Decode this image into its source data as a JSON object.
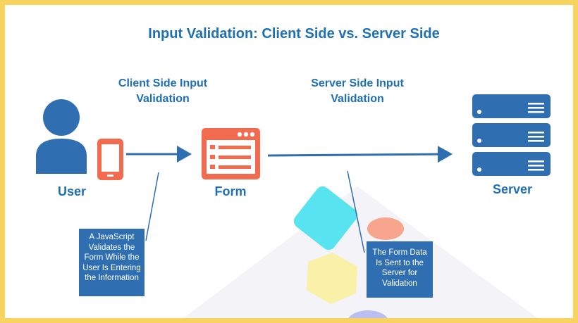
{
  "title": "Input Validation: Client Side vs. Server Side",
  "captions": {
    "client": "Client Side Input Validation",
    "server": "Server Side Input Validation"
  },
  "nodes": {
    "user": "User",
    "form": "Form",
    "server": "Server"
  },
  "notes": {
    "client": "A JavaScript Validates the Form While the User Is Entering the Information",
    "server": "The Form Data Is Sent to the Server for Validation"
  },
  "colors": {
    "frame": "#f9d35f",
    "text_blue": "#1f6fb5",
    "accent_orange": "#f26b4f",
    "note_blue": "#2f6fb1",
    "server_blue": "#2f6fb1"
  },
  "icons": [
    "user-icon",
    "phone-icon",
    "form-window-icon",
    "server-rack-icon"
  ]
}
